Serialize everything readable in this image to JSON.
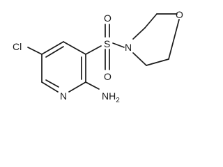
{
  "molecule": {
    "atoms": {
      "chlorine": "Cl",
      "pyridine_nitrogen": "N",
      "amino_group": "NH",
      "amino_subscript": "2",
      "sulfur": "S",
      "sulfonyl_oxygen_top": "O",
      "sulfonyl_oxygen_bottom": "O",
      "morpholine_nitrogen": "N",
      "morpholine_oxygen": "O"
    }
  }
}
